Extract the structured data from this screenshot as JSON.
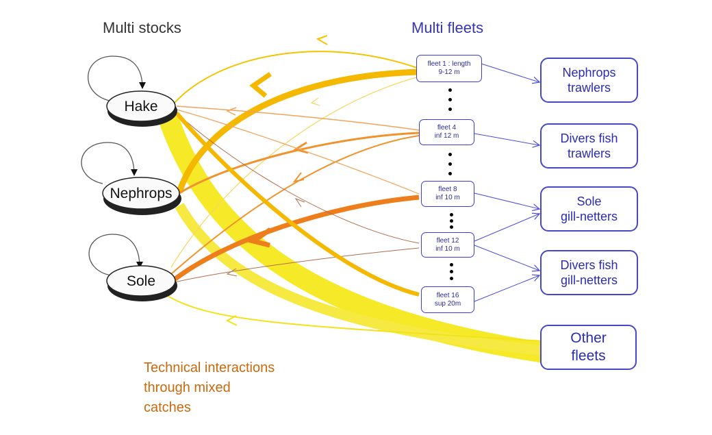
{
  "headers": {
    "stocks": "Multi stocks",
    "fleets": "Multi fleets"
  },
  "stocks": [
    {
      "id": "hake",
      "label": "Hake"
    },
    {
      "id": "nephrops",
      "label": "Nephrops"
    },
    {
      "id": "sole",
      "label": "Sole"
    }
  ],
  "fleets": [
    {
      "id": "fleet1",
      "line1": "fleet 1 : length",
      "line2": "9-12 m"
    },
    {
      "id": "fleet4",
      "line1": "fleet 4",
      "line2": "inf 12 m"
    },
    {
      "id": "fleet8",
      "line1": "fleet 8",
      "line2": "inf 10 m"
    },
    {
      "id": "fleet12",
      "line1": "fleet 12",
      "line2": "inf 10 m"
    },
    {
      "id": "fleet16",
      "line1": "fleet 16",
      "line2": "sup 20m"
    }
  ],
  "fleet_types": [
    {
      "id": "nephrops-trawlers",
      "line1": "Nephrops",
      "line2": "trawlers"
    },
    {
      "id": "divers-fish-trawlers",
      "line1": "Divers fish",
      "line2": "trawlers"
    },
    {
      "id": "sole-gill-netters",
      "line1": "Sole",
      "line2": "gill-netters"
    },
    {
      "id": "divers-fish-gill-netters",
      "line1": "Divers fish",
      "line2": "gill-netters"
    },
    {
      "id": "other-fleets",
      "line1": "Other",
      "line2": "fleets"
    }
  ],
  "annotation": {
    "line1": "Technical interactions",
    "line2": "through mixed",
    "line3": "catches"
  },
  "colors": {
    "stock_header": "#333333",
    "fleet_header": "#3535b5",
    "fleet_border": "#3b3bd6",
    "link_blue": "#4a4ae0",
    "yellow": "#f6e928",
    "gold": "#f5c400",
    "orange": "#f0932c",
    "dark_orange": "#ee7d1b",
    "brown": "#b36a4a",
    "annotation": "#c9690d"
  }
}
